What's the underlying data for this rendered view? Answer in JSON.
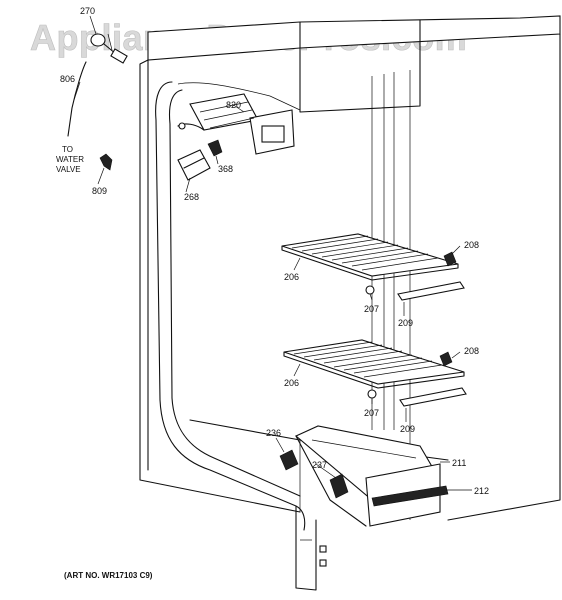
{
  "watermark": "AppliancePartsPros.com",
  "art_number": "(ART NO. WR17103 C9)",
  "note_lines": [
    "TO",
    "WATER",
    "VALVE"
  ],
  "parts": {
    "p270": "270",
    "p806": "806",
    "p809": "809",
    "p820": "820",
    "p368": "368",
    "p268": "268",
    "p206a": "206",
    "p206b": "206",
    "p207a": "207",
    "p207b": "207",
    "p208a": "208",
    "p208b": "208",
    "p209a": "209",
    "p209b": "209",
    "p236": "236",
    "p237": "237",
    "p211": "211",
    "p212": "212"
  }
}
